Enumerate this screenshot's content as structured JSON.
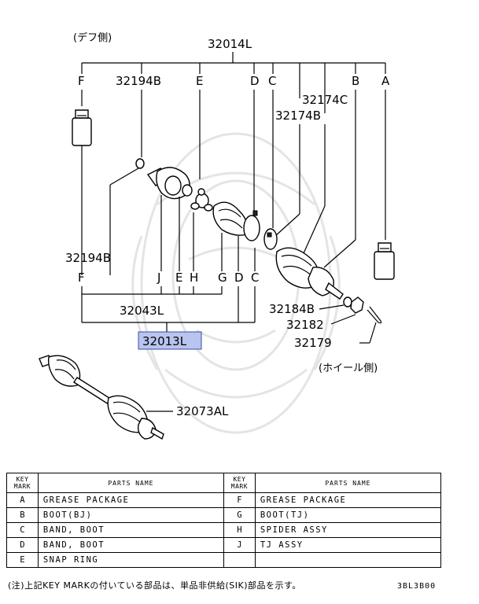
{
  "diagram": {
    "side_diff": "(デフ側)",
    "side_wheel": "(ホイール側)",
    "part_numbers": {
      "main_assy": "32014L",
      "boot_band_left": "32194B",
      "boot_band_lower": "32194B",
      "band_174c": "32174C",
      "band_174b": "32174B",
      "tj_assy": "32043L",
      "shaft_assy": "32013L",
      "nut_ring": "32184B",
      "nut": "32182",
      "cotter_pin": "32179",
      "complete_shaft": "32073AL"
    },
    "top_marks": [
      "F",
      "E",
      "D",
      "C",
      "B",
      "A"
    ],
    "bottom_marks": [
      "F",
      "J",
      "E",
      "H",
      "G",
      "D",
      "C"
    ]
  },
  "legend": {
    "header_key": "KEY MARK",
    "header_key_1": "KEY",
    "header_key_2": "MARK",
    "header_name": "PARTS NAME",
    "rows": [
      {
        "left_key": "A",
        "left_name": "GREASE PACKAGE",
        "right_key": "F",
        "right_name": "GREASE PACKAGE"
      },
      {
        "left_key": "B",
        "left_name": "BOOT(BJ)",
        "right_key": "G",
        "right_name": "BOOT(TJ)"
      },
      {
        "left_key": "C",
        "left_name": "BAND, BOOT",
        "right_key": "H",
        "right_name": "SPIDER ASSY"
      },
      {
        "left_key": "D",
        "left_name": "BAND, BOOT",
        "right_key": "J",
        "right_name": "TJ ASSY"
      },
      {
        "left_key": "E",
        "left_name": "SNAP RING",
        "right_key": "",
        "right_name": ""
      }
    ]
  },
  "footer": {
    "note": "(注)上記KEY MARKの付いている部品は、単品非供給(SIK)部品を示す。",
    "code": "3BL3B00"
  },
  "colors": {
    "highlight_fill": "#b9c4ef",
    "highlight_border": "#3c4fa6",
    "watermark": "#e4e4e4"
  }
}
